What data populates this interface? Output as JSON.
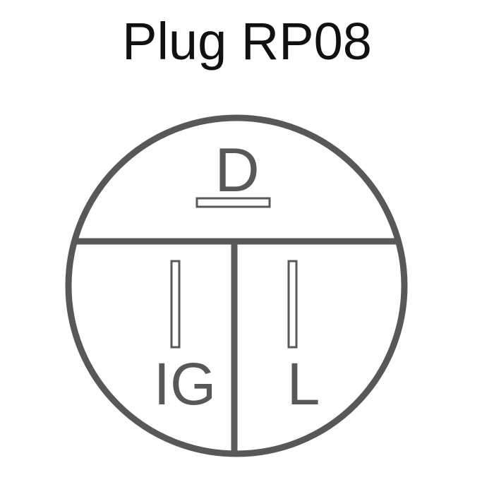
{
  "title": "Plug RP08",
  "terminals": {
    "top": "D",
    "bottom_left": "IG",
    "bottom_right": "L"
  },
  "colors": {
    "title": "#111111",
    "diagram": "#58585b"
  }
}
